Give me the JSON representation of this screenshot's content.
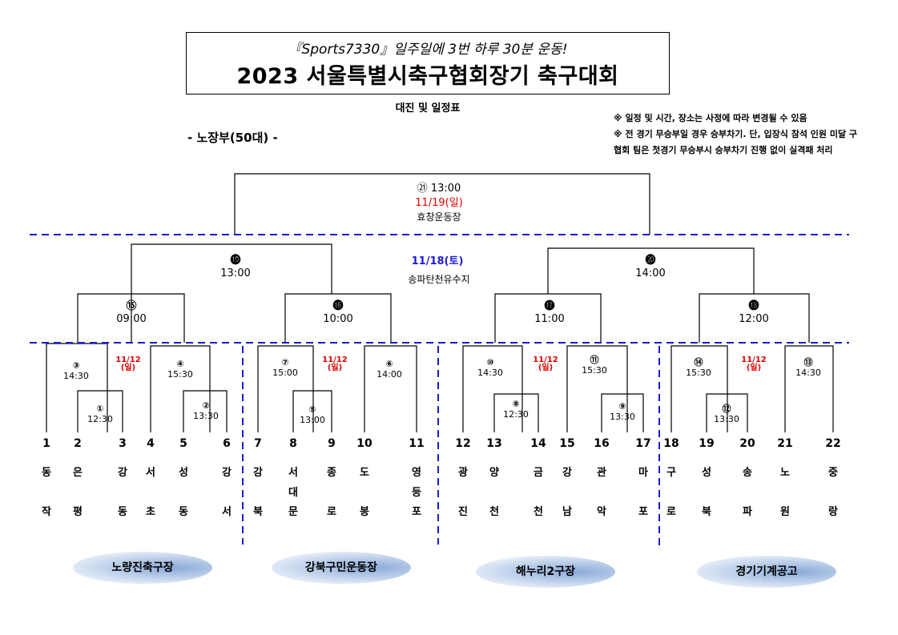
{
  "header": {
    "subtitle": "『Sports7330』일주일에 3번 하루 30분 운동!",
    "title": "2023 서울특별시축구협회장기 축구대회",
    "schedule_label": "대진 및 일정표"
  },
  "notes": [
    "※ 일정 및 시간, 장소는 사정에 따라 변경될 수 있음",
    "※ 전 경기 무승부일 경우 승부차기. 단, 입장식 참석 인원 미달 구",
    "협회 팀은 첫경기 무승부시 승부차기 진행 없이 실격패 처리"
  ],
  "division": "- 노장부(50대) -",
  "final": {
    "code": "㉑",
    "time": "13:00",
    "date": "11/19(일)",
    "venue": "효창운동장"
  },
  "semis": {
    "date": "11/18(토)",
    "venue": "송파탄천유수지",
    "left": {
      "code": "⓳",
      "time": "13:00"
    },
    "right": {
      "code": "⓴",
      "time": "14:00"
    }
  },
  "quarters": [
    {
      "code": "⑮",
      "time": "09:00"
    },
    {
      "code": "⓰",
      "time": "10:00"
    },
    {
      "code": "⓱",
      "time": "11:00"
    },
    {
      "code": "⓲",
      "time": "12:00"
    }
  ],
  "round1": {
    "date": "11/12",
    "day": "(일)",
    "matches": [
      {
        "code": "③",
        "time": "14:30"
      },
      {
        "code": "①",
        "time": "12:30"
      },
      {
        "code": "④",
        "time": "15:30"
      },
      {
        "code": "②",
        "time": "13:30"
      },
      {
        "code": "⑦",
        "time": "15:00"
      },
      {
        "code": "⑤",
        "time": "13:00"
      },
      {
        "code": "⑥",
        "time": "14:00"
      },
      {
        "code": "⑩",
        "time": "14:30"
      },
      {
        "code": "⑧",
        "time": "12:30"
      },
      {
        "code": "⑪",
        "time": "15:30"
      },
      {
        "code": "⑨",
        "time": "13:30"
      },
      {
        "code": "⑭",
        "time": "15:30"
      },
      {
        "code": "⑫",
        "time": "13:30"
      },
      {
        "code": "⑬",
        "time": "14:30"
      }
    ]
  },
  "teams": [
    {
      "no": "1",
      "chars": [
        "동",
        "작"
      ]
    },
    {
      "no": "2",
      "chars": [
        "은",
        "평"
      ]
    },
    {
      "no": "3",
      "chars": [
        "강",
        "동"
      ]
    },
    {
      "no": "4",
      "chars": [
        "서",
        "초"
      ]
    },
    {
      "no": "5",
      "chars": [
        "성",
        "동"
      ]
    },
    {
      "no": "6",
      "chars": [
        "강",
        "서"
      ]
    },
    {
      "no": "7",
      "chars": [
        "강",
        "북"
      ]
    },
    {
      "no": "8",
      "chars": [
        "서",
        "대",
        "문"
      ]
    },
    {
      "no": "9",
      "chars": [
        "종",
        "로"
      ]
    },
    {
      "no": "10",
      "chars": [
        "도",
        "봉"
      ]
    },
    {
      "no": "11",
      "chars": [
        "영",
        "등",
        "포"
      ]
    },
    {
      "no": "12",
      "chars": [
        "광",
        "진"
      ]
    },
    {
      "no": "13",
      "chars": [
        "양",
        "천"
      ]
    },
    {
      "no": "14",
      "chars": [
        "금",
        "천"
      ]
    },
    {
      "no": "15",
      "chars": [
        "강",
        "남"
      ]
    },
    {
      "no": "16",
      "chars": [
        "관",
        "악"
      ]
    },
    {
      "no": "17",
      "chars": [
        "마",
        "포"
      ]
    },
    {
      "no": "18",
      "chars": [
        "구",
        "로"
      ]
    },
    {
      "no": "19",
      "chars": [
        "성",
        "북"
      ]
    },
    {
      "no": "20",
      "chars": [
        "송",
        "파"
      ]
    },
    {
      "no": "21",
      "chars": [
        "노",
        "원"
      ]
    },
    {
      "no": "22",
      "chars": [
        "중",
        "랑"
      ]
    }
  ],
  "venues": [
    "노량진축구장",
    "강북구민운동장",
    "해누리2구장",
    "경기기계공고"
  ],
  "colors": {
    "dash_line": "#1a1ad6",
    "date_red": "#e00000",
    "date_blue": "#1a1ad6"
  }
}
